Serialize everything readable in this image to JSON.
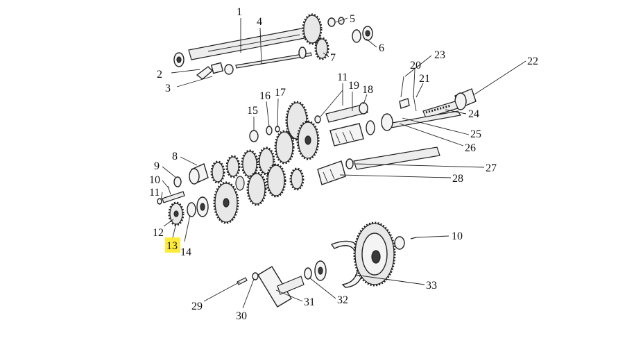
{
  "callouts": [
    {
      "id": "c1",
      "label": "1"
    },
    {
      "id": "c2",
      "label": "2"
    },
    {
      "id": "c3",
      "label": "3"
    },
    {
      "id": "c4",
      "label": "4"
    },
    {
      "id": "c5",
      "label": "5"
    },
    {
      "id": "c6",
      "label": "6"
    },
    {
      "id": "c7",
      "label": "7"
    },
    {
      "id": "c8",
      "label": "8"
    },
    {
      "id": "c9",
      "label": "9"
    },
    {
      "id": "c10a",
      "label": "10"
    },
    {
      "id": "c10b",
      "label": "10"
    },
    {
      "id": "c11a",
      "label": "11"
    },
    {
      "id": "c11b",
      "label": "11"
    },
    {
      "id": "c12",
      "label": "12"
    },
    {
      "id": "c13",
      "label": "13"
    },
    {
      "id": "c14",
      "label": "14"
    },
    {
      "id": "c15",
      "label": "15"
    },
    {
      "id": "c16",
      "label": "16"
    },
    {
      "id": "c17",
      "label": "17"
    },
    {
      "id": "c18",
      "label": "18"
    },
    {
      "id": "c19",
      "label": "19"
    },
    {
      "id": "c20",
      "label": "20"
    },
    {
      "id": "c21",
      "label": "21"
    },
    {
      "id": "c22",
      "label": "22"
    },
    {
      "id": "c23",
      "label": "23"
    },
    {
      "id": "c24",
      "label": "24"
    },
    {
      "id": "c25",
      "label": "25"
    },
    {
      "id": "c26",
      "label": "26"
    },
    {
      "id": "c27",
      "label": "27"
    },
    {
      "id": "c28",
      "label": "28"
    },
    {
      "id": "c29",
      "label": "29"
    },
    {
      "id": "c30",
      "label": "30"
    },
    {
      "id": "c31",
      "label": "31"
    },
    {
      "id": "c32",
      "label": "32"
    },
    {
      "id": "c33",
      "label": "33"
    }
  ],
  "highlight": {
    "callout": "c13",
    "color": "#ffeb3b"
  }
}
